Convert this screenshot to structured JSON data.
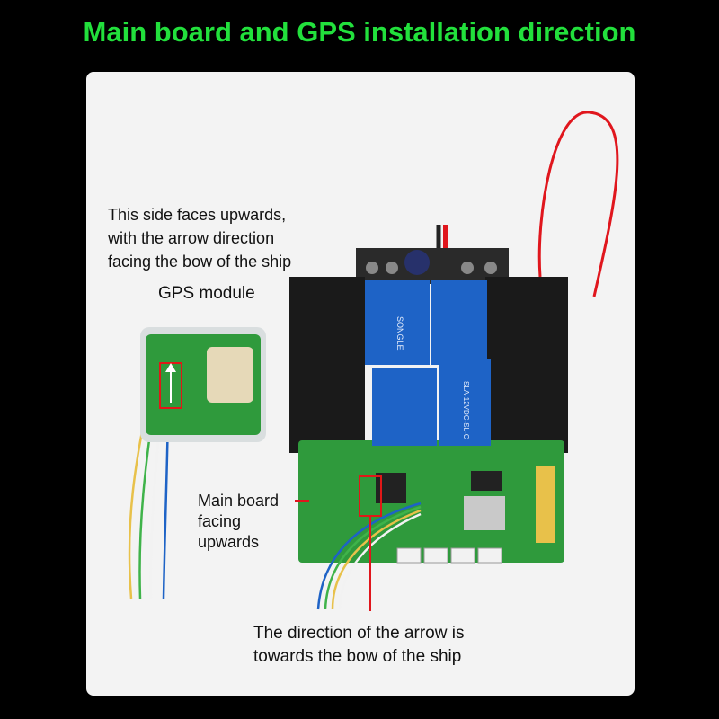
{
  "headline": "Main board and GPS installation direction",
  "captions": {
    "gps_side_line1": "This side faces upwards,",
    "gps_side_line2": "with the arrow direction",
    "gps_side_line3": "facing the bow of the ship",
    "gps_module": "GPS module",
    "main_board_line1": "Main board",
    "main_board_line2": "facing",
    "main_board_line3": "upwards",
    "arrow_direction_line1": "The direction of the arrow is",
    "arrow_direction_line2": "towards the bow of the ship"
  },
  "relay_labels": {
    "brand": "SONGLE",
    "model": "SLA-12VDC-SL-C"
  },
  "colors": {
    "headline": "#22e03c",
    "panel": "#f3f3f3",
    "pcb_green": "#2f9a3c",
    "relay_blue": "#1e63c6",
    "enclosure_black": "#1a1a1a",
    "wire_red": "#e0161d",
    "highlight_box": "#e01818"
  }
}
